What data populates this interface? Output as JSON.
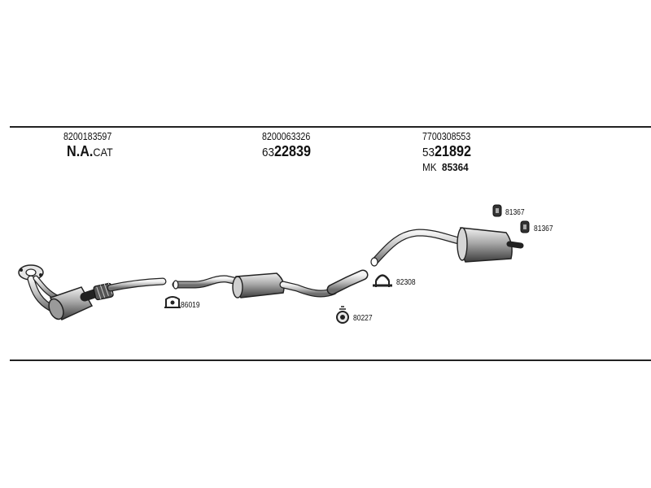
{
  "parts": {
    "front": {
      "oem": "8200183597",
      "name": "N.A.",
      "suffix": "CAT"
    },
    "middle": {
      "oem": "8200063326",
      "prefix": "63",
      "number": "22839"
    },
    "rear": {
      "oem": "7700308553",
      "prefix": "53",
      "number": "21892",
      "kit_prefix": "MK",
      "kit_number": "85364"
    }
  },
  "hardware": {
    "h1": "86019",
    "h2": "80227",
    "h3": "82308",
    "h4": "81367",
    "h5": "81367"
  }
}
